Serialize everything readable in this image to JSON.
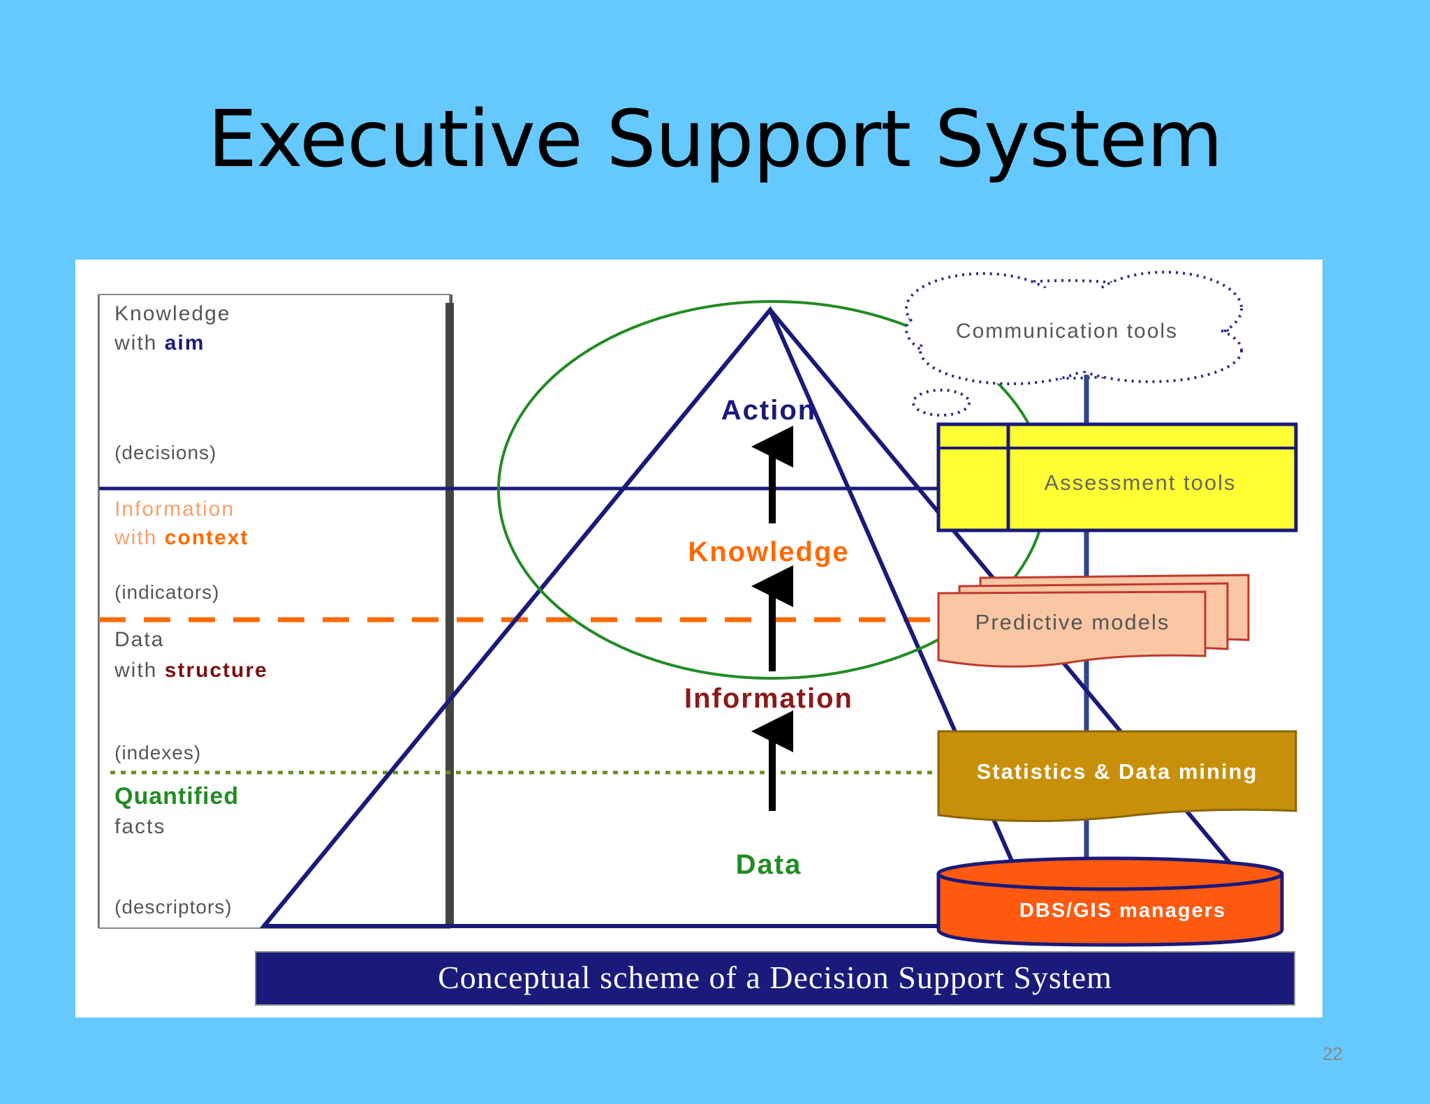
{
  "slide": {
    "title": "Executive Support System",
    "page_number": "22"
  },
  "levels": [
    {
      "line1": "Knowledge",
      "line2_prefix": "with ",
      "line2_emph": "aim",
      "tag": "(decisions)",
      "color": "#1a1a7a"
    },
    {
      "line1": "Information",
      "line2_prefix": "with ",
      "line2_emph": "context",
      "tag": "(indicators)",
      "color": "#ff6a00"
    },
    {
      "line1": "Data",
      "line2_prefix": "with ",
      "line2_emph": "structure",
      "tag": "(indexes)",
      "color": "#7a1010"
    },
    {
      "line1": "Quantified",
      "line2": "facts",
      "tag": "(descriptors)",
      "color": "#228b22"
    }
  ],
  "pyramid": {
    "action": "Action",
    "knowledge": "Knowledge",
    "information": "Information",
    "data": "Data"
  },
  "tools": {
    "communication": "Communication tools",
    "assessment": "Assessment tools",
    "predictive": "Predictive models",
    "statistics": "Statistics & Data mining",
    "dbs": "DBS/GIS managers"
  },
  "caption": "Conceptual scheme of a Decision Support System",
  "colors": {
    "slide_bg": "#66c9fe",
    "navy": "#1a1a7a",
    "orange": "#ff6a00",
    "green": "#228b22",
    "yellow": "#ffff33",
    "peach": "#f9c7a3",
    "gold": "#c8900a",
    "dbs_orange": "#ff5a10"
  }
}
